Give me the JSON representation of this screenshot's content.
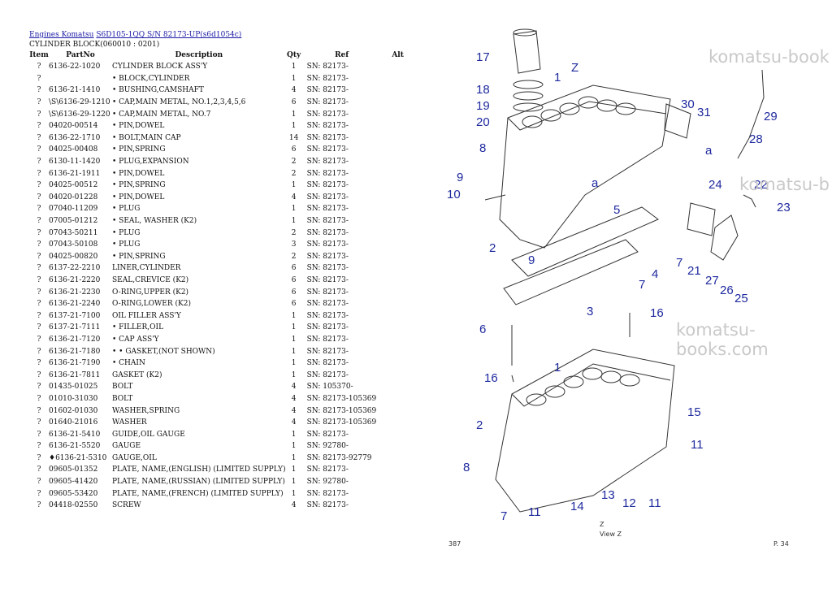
{
  "header": {
    "link1": "Engines Komatsu",
    "link2": "S6D105-1QQ S/N 82173-UP(s6d1054c)",
    "subtitle": "CYLINDER BLOCK(060010 : 0201)"
  },
  "columns": [
    "Item",
    "PartNo",
    "Description",
    "Qty",
    "Ref",
    "Alt"
  ],
  "rows": [
    [
      "?",
      "6136-22-1020",
      "CYLINDER BLOCK ASS'Y",
      "1",
      "SN: 82173-"
    ],
    [
      "?",
      "",
      "• BLOCK,CYLINDER",
      "1",
      "SN: 82173-"
    ],
    [
      "?",
      "6136-21-1410",
      "• BUSHING,CAMSHAFT",
      "4",
      "SN: 82173-"
    ],
    [
      "?",
      "\\S\\6136-29-1210",
      "• CAP,MAIN METAL, NO.1,2,3,4,5,6",
      "6",
      "SN: 82173-"
    ],
    [
      "?",
      "\\S\\6136-29-1220",
      "• CAP,MAIN METAL, NO.7",
      "1",
      "SN: 82173-"
    ],
    [
      "?",
      "04020-00514",
      "• PIN,DOWEL",
      "1",
      "SN: 82173-"
    ],
    [
      "?",
      "6136-22-1710",
      "• BOLT,MAIN CAP",
      "14",
      "SN: 82173-"
    ],
    [
      "?",
      "04025-00408",
      "• PIN,SPRING",
      "6",
      "SN: 82173-"
    ],
    [
      "?",
      "6130-11-1420",
      "• PLUG,EXPANSION",
      "2",
      "SN: 82173-"
    ],
    [
      "?",
      "6136-21-1911",
      "• PIN,DOWEL",
      "2",
      "SN: 82173-"
    ],
    [
      "?",
      "04025-00512",
      "• PIN,SPRING",
      "1",
      "SN: 82173-"
    ],
    [
      "?",
      "04020-01228",
      "• PIN,DOWEL",
      "4",
      "SN: 82173-"
    ],
    [
      "?",
      "07040-11209",
      "• PLUG",
      "1",
      "SN: 82173-"
    ],
    [
      "?",
      "07005-01212",
      "• SEAL, WASHER (K2)",
      "1",
      "SN: 82173-"
    ],
    [
      "?",
      "07043-50211",
      "• PLUG",
      "2",
      "SN: 82173-"
    ],
    [
      "?",
      "07043-50108",
      "• PLUG",
      "3",
      "SN: 82173-"
    ],
    [
      "?",
      "04025-00820",
      "• PIN,SPRING",
      "2",
      "SN: 82173-"
    ],
    [
      "?",
      "6137-22-2210",
      "LINER,CYLINDER",
      "6",
      "SN: 82173-"
    ],
    [
      "?",
      "6136-21-2220",
      "SEAL,CREVICE (K2)",
      "6",
      "SN: 82173-"
    ],
    [
      "?",
      "6136-21-2230",
      "O-RING,UPPER (K2)",
      "6",
      "SN: 82173-"
    ],
    [
      "?",
      "6136-21-2240",
      "O-RING,LOWER (K2)",
      "6",
      "SN: 82173-"
    ],
    [
      "?",
      "6137-21-7100",
      "OIL FILLER ASS'Y",
      "1",
      "SN: 82173-"
    ],
    [
      "?",
      "6137-21-7111",
      "• FILLER,OIL",
      "1",
      "SN: 82173-"
    ],
    [
      "?",
      "6136-21-7120",
      "• CAP ASS'Y",
      "1",
      "SN: 82173-"
    ],
    [
      "?",
      "6136-21-7180",
      "• • GASKET,(NOT SHOWN)",
      "1",
      "SN: 82173-"
    ],
    [
      "?",
      "6136-21-7190",
      "• CHAIN",
      "1",
      "SN: 82173-"
    ],
    [
      "?",
      "6136-21-7811",
      "GASKET (K2)",
      "1",
      "SN: 82173-"
    ],
    [
      "?",
      "01435-01025",
      "BOLT",
      "4",
      "SN: 105370-"
    ],
    [
      "?",
      "01010-31030",
      "BOLT",
      "4",
      "SN: 82173-105369"
    ],
    [
      "?",
      "01602-01030",
      "WASHER,SPRING",
      "4",
      "SN: 82173-105369"
    ],
    [
      "?",
      "01640-21016",
      "WASHER",
      "4",
      "SN: 82173-105369"
    ],
    [
      "?",
      "6136-21-5410",
      "GUIDE,OIL GAUGE",
      "1",
      "SN: 82173-"
    ],
    [
      "?",
      "6136-21-5520",
      "GAUGE",
      "1",
      "SN: 92780-"
    ],
    [
      "?",
      "♦6136-21-5310",
      "GAUGE,OIL",
      "1",
      "SN: 82173-92779"
    ],
    [
      "?",
      "09605-01352",
      "PLATE, NAME,(ENGLISH) (LIMITED SUPPLY)",
      "1",
      "SN: 82173-"
    ],
    [
      "?",
      "09605-41420",
      "PLATE, NAME,(RUSSIAN) (LIMITED SUPPLY)",
      "1",
      "SN: 92780-"
    ],
    [
      "?",
      "09605-53420",
      "PLATE, NAME,(FRENCH) (LIMITED SUPPLY)",
      "1",
      "SN: 82173-"
    ],
    [
      "?",
      "04418-02550",
      "SCREW",
      "4",
      "SN: 82173-"
    ]
  ],
  "watermark": "komatsu-books.com",
  "watermark_short1": "komatsu-book",
  "watermark_short2": "komatsu-b",
  "diagram": {
    "view_label": "Z",
    "view_caption": "View Z",
    "callouts": [
      "17",
      "1",
      "18",
      "19",
      "20",
      "8",
      "9",
      "10",
      "2",
      "9",
      "5",
      "4",
      "3",
      "7",
      "7",
      "6",
      "16",
      "1",
      "16",
      "2",
      "8",
      "7",
      "11",
      "14",
      "13",
      "12",
      "11",
      "15",
      "11",
      "30",
      "31",
      "29",
      "28",
      "24",
      "22",
      "23",
      "21",
      "27",
      "26",
      "25"
    ],
    "letter_a": "a",
    "footer_left": "387",
    "footer_right": "P. 34",
    "colors": {
      "callout": "#1f2a9e",
      "line": "#333333"
    }
  }
}
